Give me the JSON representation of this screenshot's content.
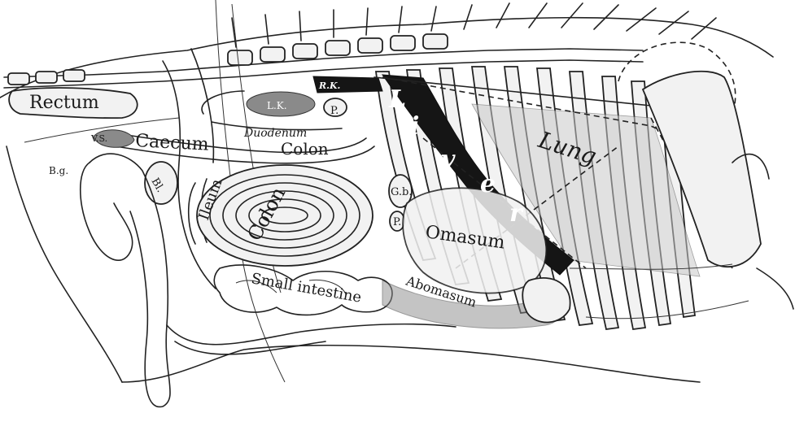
{
  "labels": {
    "rectum": "Rectum",
    "caecum": "Caecum",
    "duodenum": "Duodenum",
    "colon_upper": "Colon",
    "colon_spiral": "Colon",
    "ileum": "Ileum",
    "small_intestine": "Small intestine",
    "abomasum": "Abomasum",
    "omasum": "Omasum",
    "lung": "Lung",
    "liver": [
      "L",
      "i",
      "v",
      "e",
      "r"
    ],
    "lk": "L.K.",
    "rk": "R.K.",
    "p_upper": "P.",
    "p_lower": "P.",
    "gb": "G.b.",
    "vs": "V.S.",
    "bg": "B.g.",
    "bl": "Bl."
  }
}
